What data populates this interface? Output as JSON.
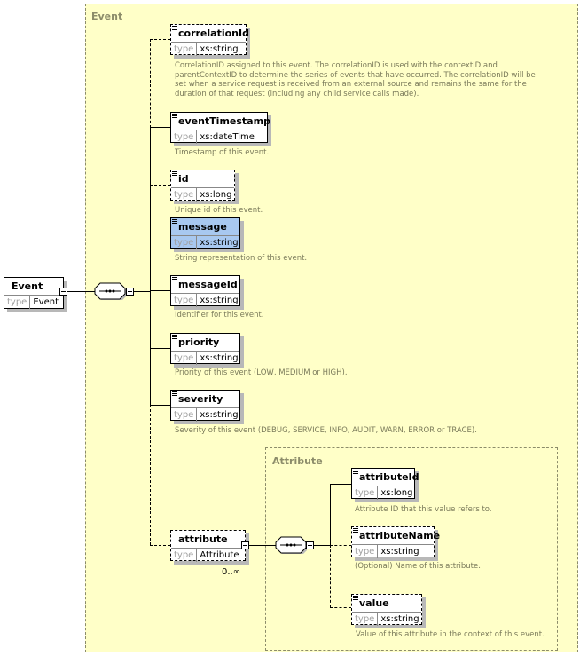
{
  "root": {
    "name": "Event",
    "type_label": "type",
    "type": "Event"
  },
  "groups": {
    "event": {
      "title": "Event"
    },
    "attribute": {
      "title": "Attribute"
    }
  },
  "elements": [
    {
      "name": "correlationId",
      "type_label": "type",
      "type": "xs:string",
      "optional": true,
      "description": [
        "CorrelationID assigned to this event. The correlationID is used with the contextID and",
        "parentContextID to determine the series of events that have occurred. The correlationID will be",
        "set when a service request is received from an external source and remains the same for the",
        "duration of that request (including any child service calls made)."
      ]
    },
    {
      "name": "eventTimestamp",
      "type_label": "type",
      "type": "xs:dateTime",
      "optional": false,
      "description": [
        "Timestamp of this event."
      ]
    },
    {
      "name": "id",
      "type_label": "type",
      "type": "xs:long",
      "optional": true,
      "description": [
        "Unique id of this event."
      ]
    },
    {
      "name": "message",
      "type_label": "type",
      "type": "xs:string",
      "optional": false,
      "selected": true,
      "description": [
        "String representation of this event."
      ]
    },
    {
      "name": "messageId",
      "type_label": "type",
      "type": "xs:string",
      "optional": false,
      "description": [
        "Identifier for this event."
      ]
    },
    {
      "name": "priority",
      "type_label": "type",
      "type": "xs:string",
      "optional": false,
      "description": [
        "Priority of this event (LOW, MEDIUM or HIGH)."
      ]
    },
    {
      "name": "severity",
      "type_label": "type",
      "type": "xs:string",
      "optional": false,
      "description": [
        "Severity of this event (DEBUG, SERVICE, INFO, AUDIT, WARN, ERROR or TRACE)."
      ]
    },
    {
      "name": "attribute",
      "type_label": "type",
      "type": "Attribute",
      "optional": true,
      "cardinality": "0..∞"
    }
  ],
  "attribute_elements": [
    {
      "name": "attributeId",
      "type_label": "type",
      "type": "xs:long",
      "optional": false,
      "description": [
        "Attribute ID that this value refers to."
      ]
    },
    {
      "name": "attributeName",
      "type_label": "type",
      "type": "xs:string",
      "optional": true,
      "description": [
        "(Optional) Name of this attribute."
      ]
    },
    {
      "name": "value",
      "type_label": "type",
      "type": "xs:string",
      "optional": true,
      "description": [
        "Value of this attribute in the context of this event."
      ]
    }
  ]
}
